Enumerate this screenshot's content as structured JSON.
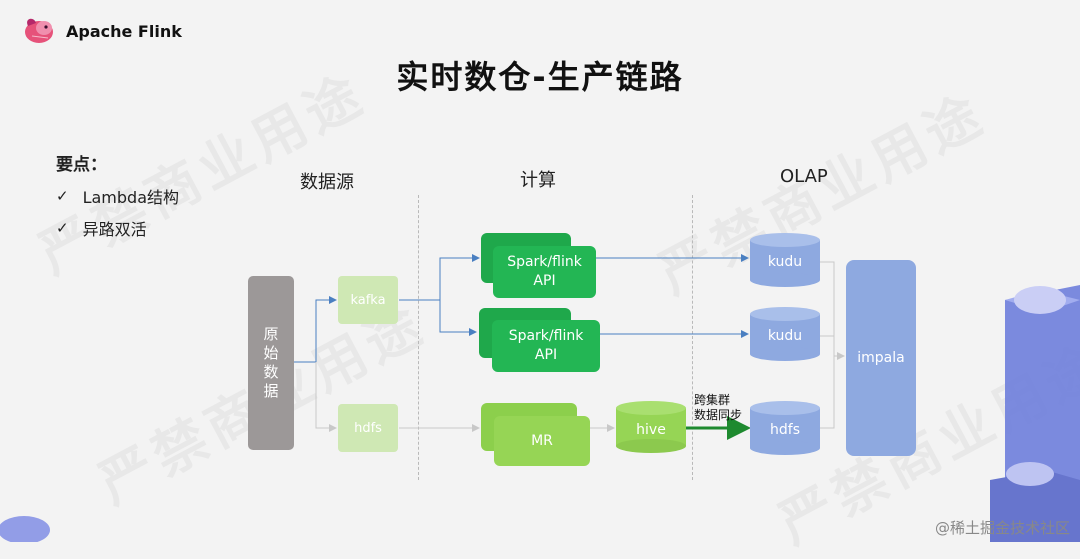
{
  "header": {
    "brand": "Apache Flink"
  },
  "title": "实时数仓-生产链路",
  "key_points": {
    "heading": "要点：",
    "items": [
      "Lambda结构",
      "异路双活"
    ]
  },
  "columns": {
    "source": "数据源",
    "compute": "计算",
    "olap": "OLAP"
  },
  "nodes": {
    "raw": "原\n始\n数\n据",
    "kafka": "kafka",
    "hdfs_source": "hdfs",
    "spark_api_1": "Spark/flink\nAPI",
    "spark_api_2": "Spark/flink\nAPI",
    "mr": "MR",
    "hive": "hive",
    "kudu_1": "kudu",
    "kudu_2": "kudu",
    "hdfs_olap": "hdfs",
    "impala": "impala"
  },
  "sync_label": "跨集群\n数据同步",
  "watermark": "严禁商业用途",
  "footer": "@稀土掘金技术社区",
  "colors": {
    "raw": "#9c9898",
    "pale_green": "#cfe8b4",
    "green": "#23b654",
    "lime": "#96d555",
    "cylinder_blue": "#8ea9e0",
    "arrow_blue": "#4a7fc1",
    "arrow_gray": "#c8c8c8",
    "sync_arrow": "#1e8a2f"
  }
}
